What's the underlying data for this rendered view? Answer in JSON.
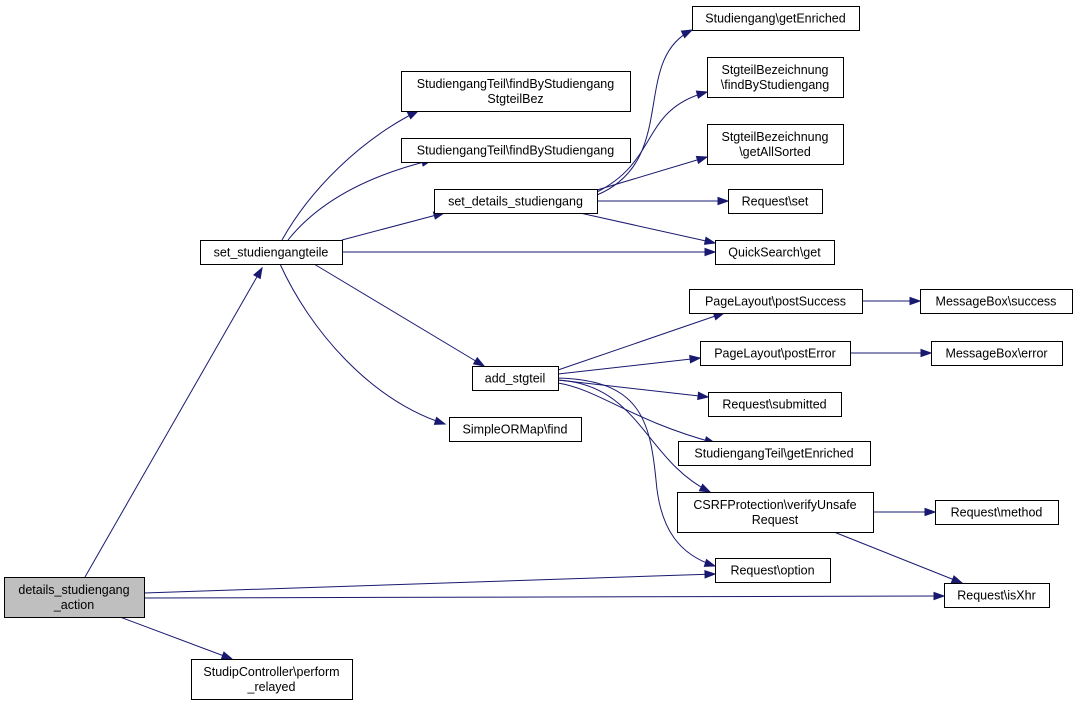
{
  "nodes": {
    "details_studiengang_action": [
      "details_studiengang",
      "_action"
    ],
    "set_studiengangteile": [
      "set_studiengangteile"
    ],
    "perform_relayed": [
      "StudipController\\perform",
      "_relayed"
    ],
    "findByStudiengangStgteilBez": [
      "StudiengangTeil\\findByStudiengang",
      "StgteilBez"
    ],
    "findByStudiengang": [
      "StudiengangTeil\\findByStudiengang"
    ],
    "set_details_studiengang": [
      "set_details_studiengang"
    ],
    "add_stgteil": [
      "add_stgteil"
    ],
    "simpleormap_find": [
      "SimpleORMap\\find"
    ],
    "studiengang_getEnriched": [
      "Studiengang\\getEnriched"
    ],
    "stgteilbez_findByStudiengang": [
      "StgteilBezeichnung",
      "\\findByStudiengang"
    ],
    "stgteilbez_getAllSorted": [
      "StgteilBezeichnung",
      "\\getAllSorted"
    ],
    "request_set": [
      "Request\\set"
    ],
    "quicksearch_get": [
      "QuickSearch\\get"
    ],
    "pagelayout_postSuccess": [
      "PageLayout\\postSuccess"
    ],
    "pagelayout_postError": [
      "PageLayout\\postError"
    ],
    "request_submitted": [
      "Request\\submitted"
    ],
    "studiengangteil_getEnriched": [
      "StudiengangTeil\\getEnriched"
    ],
    "csrf_verifyUnsafeRequest": [
      "CSRFProtection\\verifyUnsafe",
      "Request"
    ],
    "request_option": [
      "Request\\option"
    ],
    "messagebox_success": [
      "MessageBox\\success"
    ],
    "messagebox_error": [
      "MessageBox\\error"
    ],
    "request_method": [
      "Request\\method"
    ],
    "request_isXhr": [
      "Request\\isXhr"
    ]
  },
  "edges": [
    [
      "details_studiengang_action",
      "set_studiengangteile"
    ],
    [
      "details_studiengang_action",
      "perform_relayed"
    ],
    [
      "details_studiengang_action",
      "request_option"
    ],
    [
      "details_studiengang_action",
      "request_isXhr"
    ],
    [
      "set_studiengangteile",
      "findByStudiengangStgteilBez"
    ],
    [
      "set_studiengangteile",
      "findByStudiengang"
    ],
    [
      "set_studiengangteile",
      "set_details_studiengang"
    ],
    [
      "set_studiengangteile",
      "quicksearch_get"
    ],
    [
      "set_studiengangteile",
      "add_stgteil"
    ],
    [
      "set_studiengangteile",
      "simpleormap_find"
    ],
    [
      "set_details_studiengang",
      "studiengang_getEnriched"
    ],
    [
      "set_details_studiengang",
      "stgteilbez_findByStudiengang"
    ],
    [
      "set_details_studiengang",
      "stgteilbez_getAllSorted"
    ],
    [
      "set_details_studiengang",
      "request_set"
    ],
    [
      "set_details_studiengang",
      "quicksearch_get"
    ],
    [
      "add_stgteil",
      "pagelayout_postSuccess"
    ],
    [
      "add_stgteil",
      "pagelayout_postError"
    ],
    [
      "add_stgteil",
      "request_submitted"
    ],
    [
      "add_stgteil",
      "studiengangteil_getEnriched"
    ],
    [
      "add_stgteil",
      "csrf_verifyUnsafeRequest"
    ],
    [
      "add_stgteil",
      "request_option"
    ],
    [
      "pagelayout_postSuccess",
      "messagebox_success"
    ],
    [
      "pagelayout_postError",
      "messagebox_error"
    ],
    [
      "csrf_verifyUnsafeRequest",
      "request_method"
    ],
    [
      "csrf_verifyUnsafeRequest",
      "request_isXhr"
    ]
  ],
  "colors": {
    "edge": "#191970",
    "focus_fill": "#bfbfbf",
    "node_fill": "#ffffff"
  }
}
